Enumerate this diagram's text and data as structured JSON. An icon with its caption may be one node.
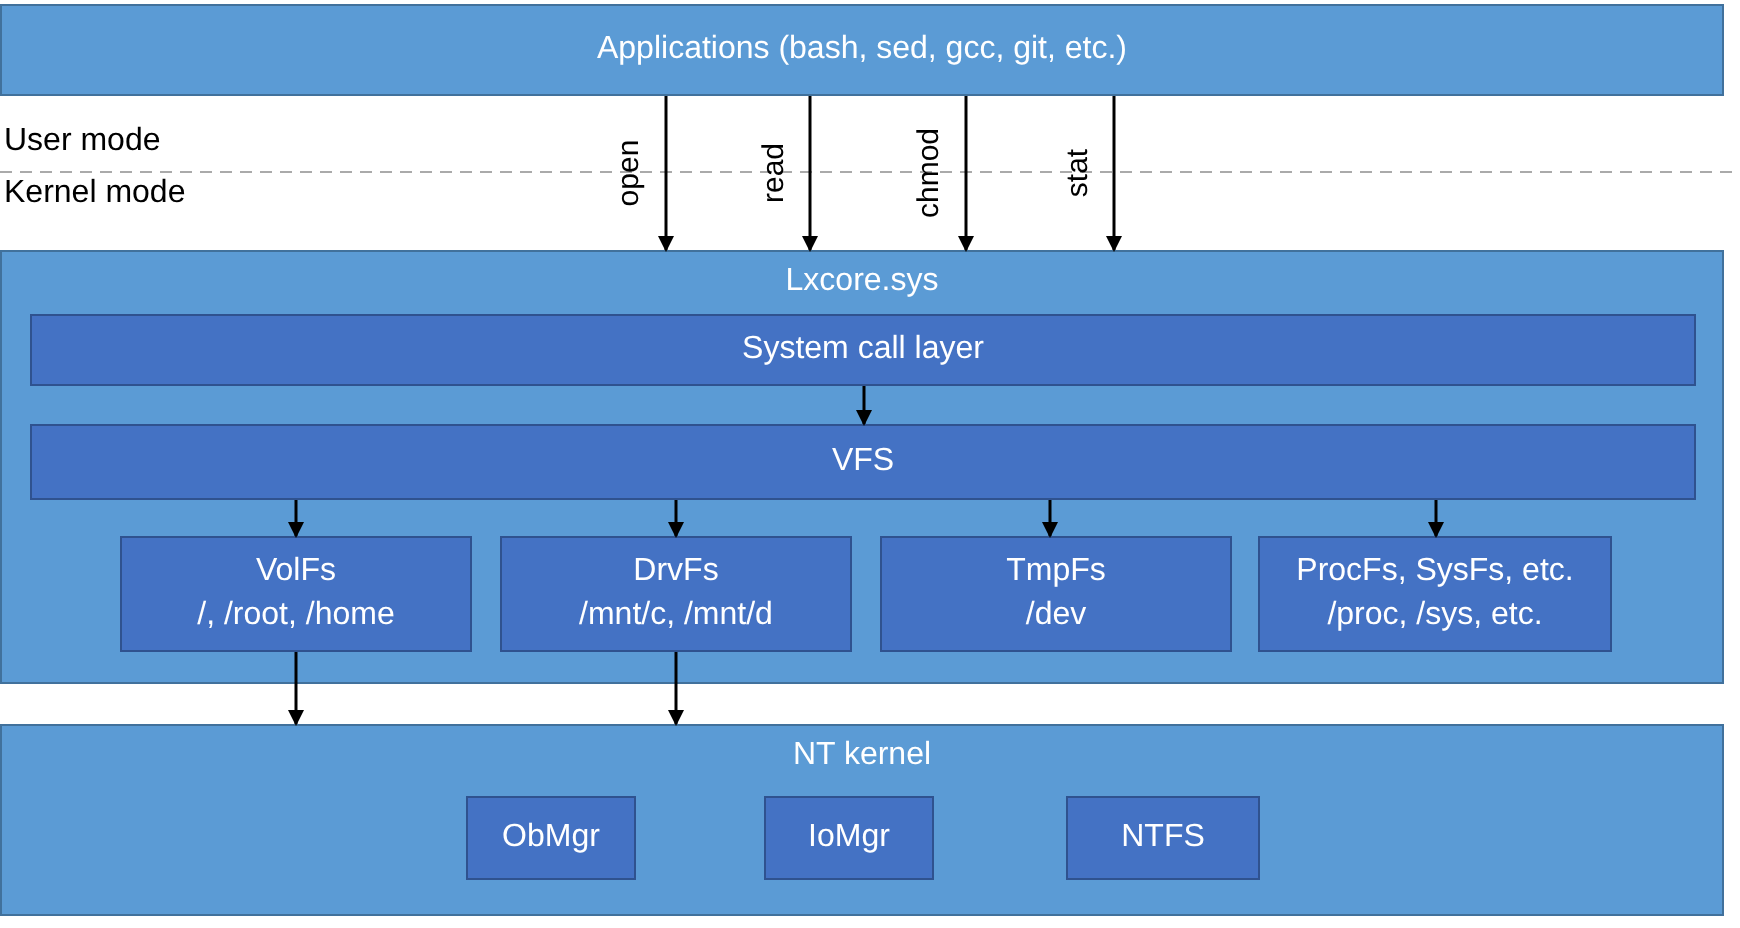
{
  "diagram": {
    "nodes": [
      {
        "text": [
          "Applications (bash, sed, gcc, git, etc.)"
        ]
      },
      {
        "text": [
          "Lxcore.sys"
        ]
      },
      {
        "text": [
          "System call layer"
        ],
        "in": 1
      },
      {
        "text": [
          "VFS"
        ],
        "in": 1
      },
      {
        "text": [
          "VolFs",
          "/, /root, /home"
        ],
        "in": 1
      },
      {
        "text": [
          "DrvFs",
          "/mnt/c, /mnt/d"
        ],
        "in": 1
      },
      {
        "text": [
          "TmpFs",
          "/dev"
        ],
        "in": 1
      },
      {
        "text": [
          "ProcFs, SysFs, etc.",
          "/proc, /sys, etc."
        ],
        "in": 1
      },
      {
        "text": [
          "NT kernel"
        ]
      },
      {
        "text": [
          "ObMgr"
        ],
        "in": 8
      },
      {
        "text": [
          "IoMgr"
        ],
        "in": 8
      },
      {
        "text": [
          "NTFS"
        ],
        "in": 8
      }
    ],
    "edges": [
      {
        "from": 0,
        "to": 1,
        "arrow": "to",
        "label": "open"
      },
      {
        "from": 0,
        "to": 1,
        "arrow": "to",
        "label": "read"
      },
      {
        "from": 0,
        "to": 1,
        "arrow": "to",
        "label": "chmod"
      },
      {
        "from": 0,
        "to": 1,
        "arrow": "to",
        "label": "stat"
      },
      {
        "from": 2,
        "to": 3,
        "arrow": "to"
      },
      {
        "from": 3,
        "to": 4,
        "arrow": "to"
      },
      {
        "from": 3,
        "to": 5,
        "arrow": "to"
      },
      {
        "from": 3,
        "to": 6,
        "arrow": "to"
      },
      {
        "from": 3,
        "to": 7,
        "arrow": "to"
      },
      {
        "from": 4,
        "to": 8,
        "arrow": "to"
      },
      {
        "from": 5,
        "to": 8,
        "arrow": "to"
      }
    ],
    "labels": [
      "User mode",
      "Kernel mode"
    ]
  }
}
